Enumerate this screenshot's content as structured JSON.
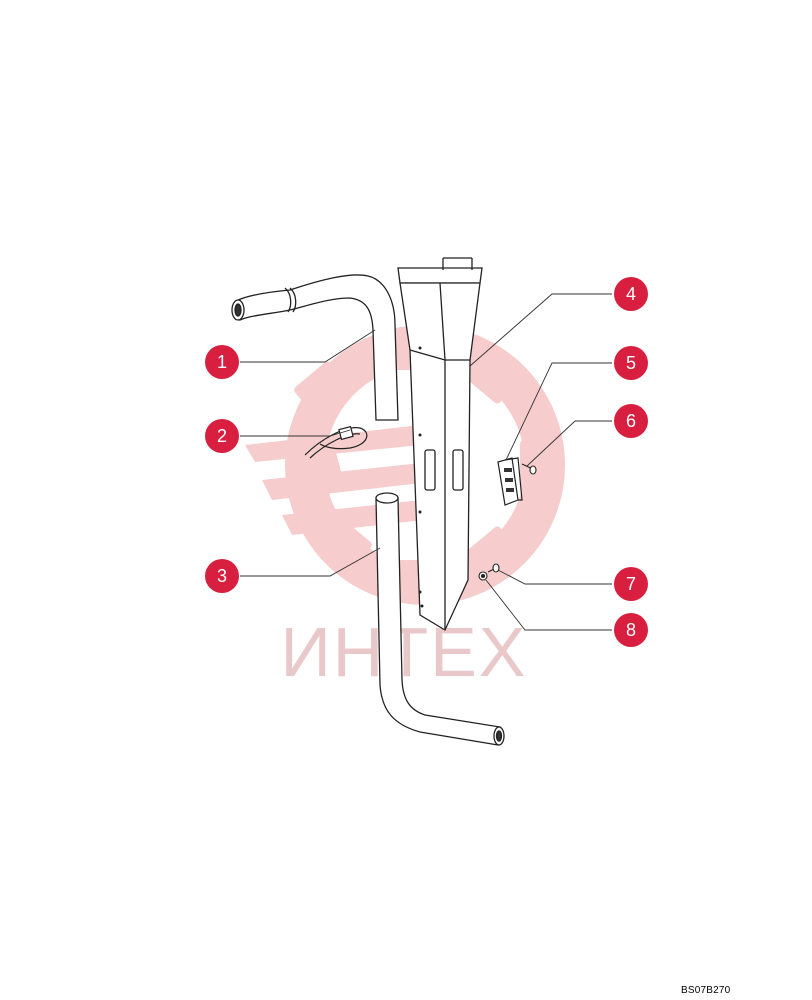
{
  "watermark": {
    "text": "ИНТЕХ",
    "color": "#f2c6c6"
  },
  "callout_color": "#d81f3f",
  "callouts": [
    {
      "label": "1"
    },
    {
      "label": "2"
    },
    {
      "label": "3"
    },
    {
      "label": "4"
    },
    {
      "label": "5"
    },
    {
      "label": "6"
    },
    {
      "label": "7"
    },
    {
      "label": "8"
    }
  ],
  "drawing_code": "BS07B270"
}
